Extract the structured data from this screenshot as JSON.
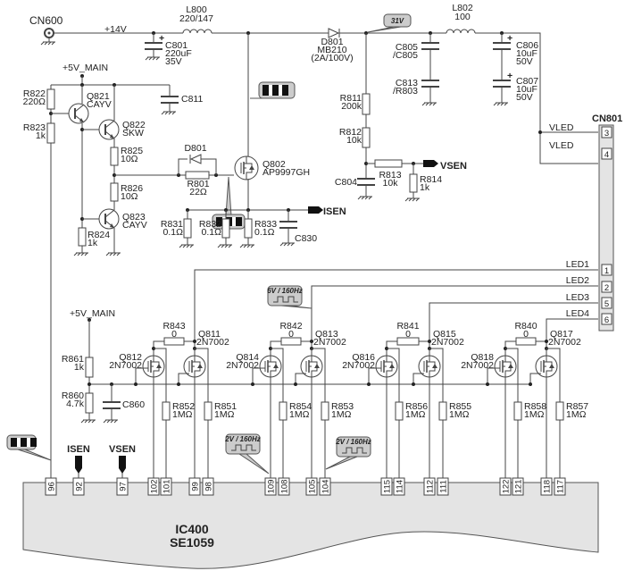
{
  "connectors": {
    "cn600": "CN600",
    "cn801": "CN801",
    "cn801_pins": [
      "3",
      "4",
      "1",
      "2",
      "5",
      "6"
    ]
  },
  "nets": {
    "v14": "+14V",
    "v5main_top": "+5V_MAIN",
    "v5main_bottom": "+5V_MAIN",
    "vled": [
      "VLED",
      "VLED"
    ],
    "leds": [
      "LED1",
      "LED2",
      "LED3",
      "LED4"
    ],
    "isen": "ISEN",
    "vsen": "VSEN",
    "isen_ic": "ISEN",
    "vsen_ic": "VSEN"
  },
  "badges": {
    "v31": "31V",
    "v6_160": "6V / 160Hz",
    "v2_160_a": "2V / 160Hz",
    "v2_160_b": "2V / 160Hz"
  },
  "components": {
    "c801": {
      "ref": "C801",
      "value": "220uF",
      "rating": "35V"
    },
    "l800": {
      "ref": "L800",
      "value": "220/147"
    },
    "d801_main": {
      "ref": "D801",
      "value": "MB210",
      "rating": "(2A/100V)"
    },
    "l802": {
      "ref": "L802",
      "value": "100"
    },
    "c805": {
      "ref": "C805",
      "value": "/C805"
    },
    "c813": {
      "ref": "C813",
      "value": "/R803"
    },
    "c806": {
      "ref": "C806",
      "value": "10uF",
      "rating": "50V"
    },
    "c807": {
      "ref": "C807",
      "value": "10uF",
      "rating": "50V"
    },
    "r811": {
      "ref": "R811",
      "value": "200k"
    },
    "r812": {
      "ref": "R812",
      "value": "10k"
    },
    "r813": {
      "ref": "R813",
      "value": "10k"
    },
    "r814": {
      "ref": "R814",
      "value": "1k"
    },
    "c804": {
      "ref": "C804"
    },
    "r822": {
      "ref": "R822",
      "value": "220Ω"
    },
    "r823": {
      "ref": "R823",
      "value": "1k"
    },
    "q821": {
      "ref": "Q821",
      "value": "CAYV"
    },
    "q822": {
      "ref": "Q822",
      "value": "SKW"
    },
    "r825": {
      "ref": "R825",
      "value": "10Ω"
    },
    "r826": {
      "ref": "R826",
      "value": "10Ω"
    },
    "q823": {
      "ref": "Q823",
      "value": "CAYV"
    },
    "r824": {
      "ref": "R824",
      "value": "1k"
    },
    "c811": {
      "ref": "C811"
    },
    "d801_gate": {
      "ref": "D801"
    },
    "r801": {
      "ref": "R801",
      "value": "22Ω"
    },
    "q802": {
      "ref": "Q802",
      "value": "AP9997GH"
    },
    "r831": {
      "ref": "R831",
      "value": "0.1Ω"
    },
    "r832": {
      "ref": "R832",
      "value": "0.1Ω"
    },
    "r833": {
      "ref": "R833",
      "value": "0.1Ω"
    },
    "c830": {
      "ref": "C830"
    },
    "r861": {
      "ref": "R861",
      "value": "1k"
    },
    "r860": {
      "ref": "R860",
      "value": "4.7k"
    },
    "c860": {
      "ref": "C860"
    },
    "channels": [
      {
        "rbridge": {
          "ref": "R843",
          "value": "0"
        },
        "qleft": {
          "ref": "Q812",
          "value": "2N7002"
        },
        "qright": {
          "ref": "Q811",
          "value": "2N7002"
        },
        "rleft": {
          "ref": "R852",
          "value": "1MΩ"
        },
        "rright": {
          "ref": "R851",
          "value": "1MΩ"
        }
      },
      {
        "rbridge": {
          "ref": "R842",
          "value": "0"
        },
        "qleft": {
          "ref": "Q814",
          "value": "2N7002"
        },
        "qright": {
          "ref": "Q813",
          "value": "2N7002"
        },
        "rleft": {
          "ref": "R854",
          "value": "1MΩ"
        },
        "rright": {
          "ref": "R853",
          "value": "1MΩ"
        }
      },
      {
        "rbridge": {
          "ref": "R841",
          "value": "0"
        },
        "qleft": {
          "ref": "Q816",
          "value": "2N7002"
        },
        "qright": {
          "ref": "Q815",
          "value": "2N7002"
        },
        "rleft": {
          "ref": "R856",
          "value": "1MΩ"
        },
        "rright": {
          "ref": "R855",
          "value": "1MΩ"
        }
      },
      {
        "rbridge": {
          "ref": "R840",
          "value": "0"
        },
        "qleft": {
          "ref": "Q818",
          "value": "2N7002"
        },
        "qright": {
          "ref": "Q817",
          "value": "2N7002"
        },
        "rleft": {
          "ref": "R858",
          "value": "1MΩ"
        },
        "rright": {
          "ref": "R857",
          "value": "1MΩ"
        }
      }
    ]
  },
  "ic": {
    "ref": "IC400",
    "part": "SE1059",
    "pins": [
      "96",
      "92",
      "97",
      "102",
      "101",
      "99",
      "98",
      "109",
      "108",
      "105",
      "104",
      "115",
      "114",
      "112",
      "111",
      "122",
      "121",
      "118",
      "117"
    ]
  }
}
